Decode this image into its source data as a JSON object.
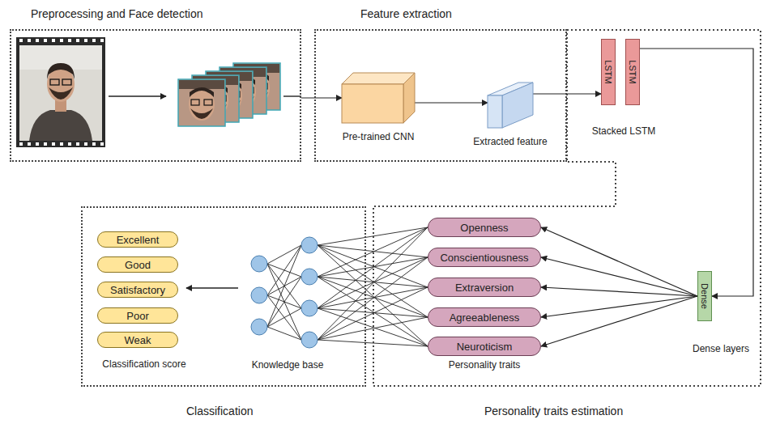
{
  "diagram": {
    "nodes": [
      {
        "text": [
          "Preprocessing and Face detection"
        ]
      },
      {
        "text": [
          "Feature extraction"
        ]
      },
      {
        "text": [
          "Pre-trained CNN"
        ],
        "in": 1
      },
      {
        "text": [
          "Extracted feature"
        ],
        "in": 1
      },
      {
        "text": [
          "Personality traits estimation"
        ]
      },
      {
        "text": [
          "LSTM"
        ],
        "in": 4
      },
      {
        "text": [
          "LSTM"
        ],
        "in": 4
      },
      {
        "text": [
          "Dense"
        ],
        "in": 4
      },
      {
        "text": [
          "Openness"
        ],
        "in": 4
      },
      {
        "text": [
          "Conscientiousness"
        ],
        "in": 4
      },
      {
        "text": [
          "Extraversion"
        ],
        "in": 4
      },
      {
        "text": [
          "Agreeableness"
        ],
        "in": 4
      },
      {
        "text": [
          "Neuroticism"
        ],
        "in": 4
      },
      {
        "text": [
          "Classification"
        ]
      },
      {
        "text": [
          "Excellent"
        ],
        "in": 13
      },
      {
        "text": [
          "Good"
        ],
        "in": 13
      },
      {
        "text": [
          "Satisfactory"
        ],
        "in": 13
      },
      {
        "text": [
          "Poor"
        ],
        "in": 13
      },
      {
        "text": [
          "Weak"
        ],
        "in": 13
      }
    ],
    "edges": [
      {
        "from": 0,
        "to": 2,
        "arrow": "to"
      },
      {
        "from": 2,
        "to": 3,
        "arrow": "to"
      },
      {
        "from": 3,
        "to": 5,
        "arrow": "to"
      },
      {
        "from": 6,
        "to": 7,
        "arrow": "to"
      },
      {
        "from": 7,
        "to": 8,
        "arrow": "to"
      },
      {
        "from": 7,
        "to": 9,
        "arrow": "to"
      },
      {
        "from": 7,
        "to": 10,
        "arrow": "to"
      },
      {
        "from": 7,
        "to": 11,
        "arrow": "to"
      },
      {
        "from": 7,
        "to": 12,
        "arrow": "to"
      }
    ],
    "labels": [
      "Stacked LSTM",
      "Dense layers",
      "Personality traits",
      "Knowledge base",
      "Classification score"
    ]
  }
}
